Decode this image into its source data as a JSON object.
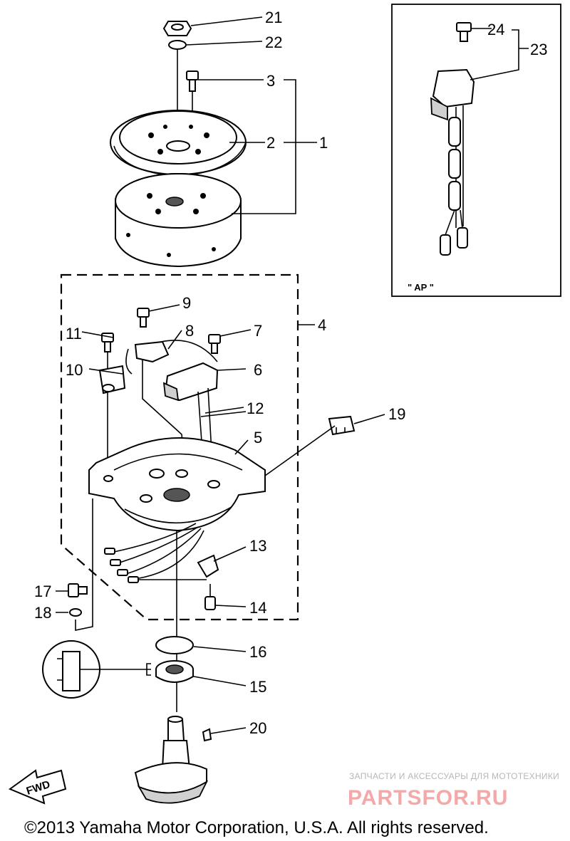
{
  "callouts": {
    "n1": "1",
    "n2": "2",
    "n3": "3",
    "n4": "4",
    "n5": "5",
    "n6": "6",
    "n7": "7",
    "n8": "8",
    "n9": "9",
    "n10": "10",
    "n11": "11",
    "n12": "12",
    "n13": "13",
    "n14": "14",
    "n15": "15",
    "n16": "16",
    "n17": "17",
    "n18": "18",
    "n19": "19",
    "n20": "20",
    "n21": "21",
    "n22": "22",
    "n23": "23",
    "n24": "24"
  },
  "inset_label": "\" AP \"",
  "direction_label": "FWD",
  "watermark": {
    "line1": "ЗАПЧАСТИ И АКСЕССУАРЫ ДЛЯ МОТОТЕХНИКИ",
    "line2": "PARTSFOR.RU"
  },
  "copyright": "©2013 Yamaha Motor Corporation, U.S.A. All rights reserved."
}
